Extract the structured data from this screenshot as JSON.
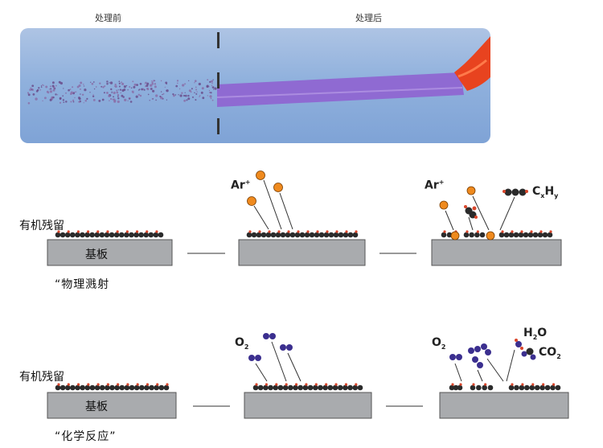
{
  "photo": {
    "before_label": "处理前",
    "after_label": "处理后"
  },
  "rows": [
    {
      "residue_label": "有机残留",
      "substrate_label": "基板",
      "mode_label": "“物理溅射",
      "ion_label_1": "Ar",
      "ion_label_1_sup": "+",
      "ion_label_2": "Ar",
      "ion_label_2_sup": "+",
      "product_label_main": "C",
      "product_label_sub1": "x",
      "product_label_main2": "H",
      "product_label_sub2": "y"
    },
    {
      "residue_label": "有机残留",
      "substrate_label": "基板",
      "mode_label": "“化学反应”",
      "reactant_label_1": "O",
      "reactant_label_1_sub": "2",
      "reactant_label_2": "O",
      "reactant_label_2_sub": "2",
      "product_h2o_main": "H",
      "product_h2o_sub": "2",
      "product_h2o_end": "O",
      "product_co2_main": "CO",
      "product_co2_sub": "2"
    }
  ],
  "colors": {
    "substrate": "#a9abae",
    "residue_dark": "#2b2b2b",
    "residue_red": "#d9462b",
    "argon": "#ef8a1e",
    "oxygen": "#3b2f8f",
    "plasma_purple": "#8f63d0",
    "tape_red": "#e8431f"
  }
}
